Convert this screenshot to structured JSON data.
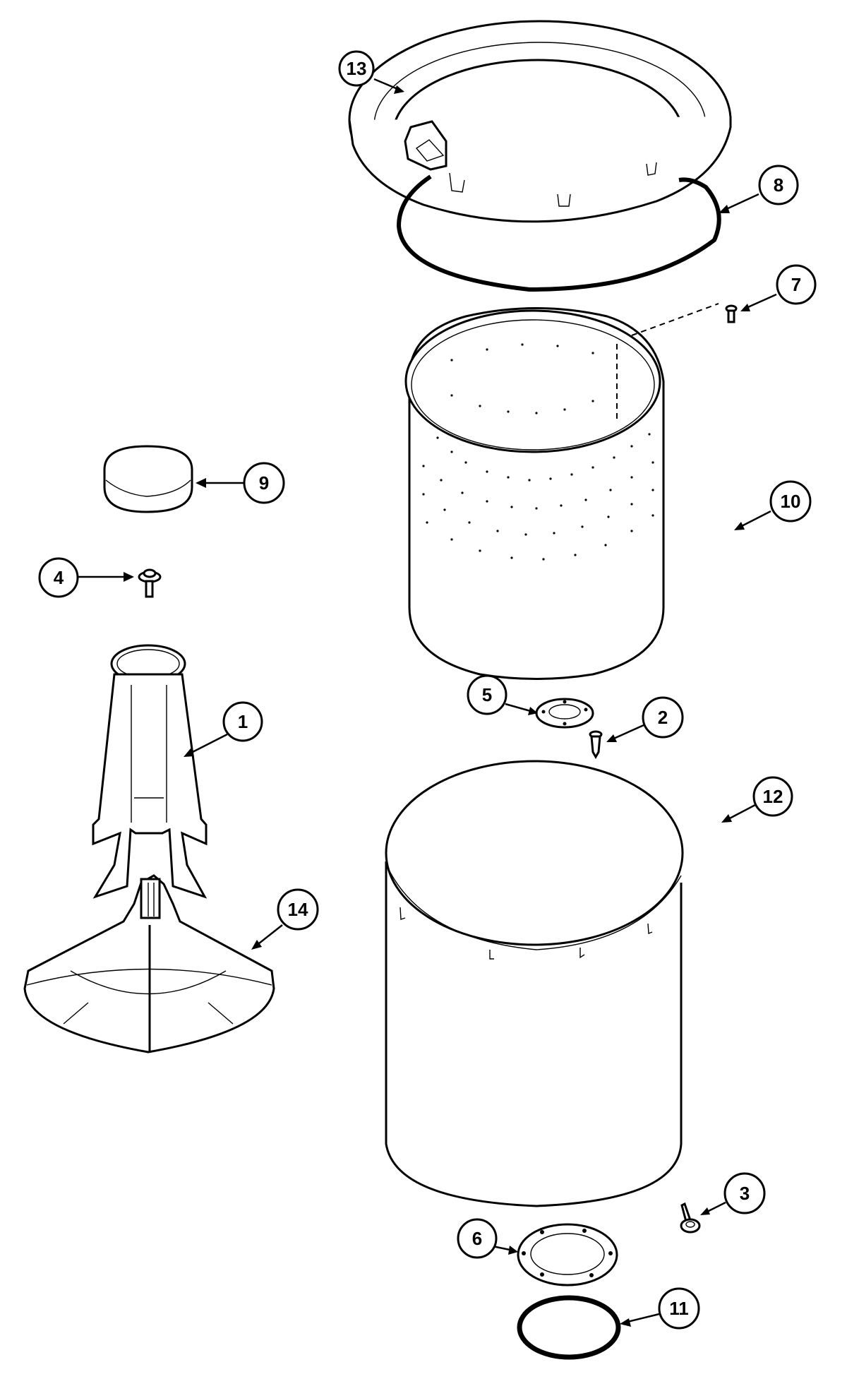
{
  "diagram": {
    "title": "Washer tub assembly exploded parts view",
    "colors": {
      "line": "#000000",
      "background": "#ffffff"
    },
    "callouts": [
      {
        "id": "c1",
        "label": "1",
        "part": "agitator-column"
      },
      {
        "id": "c2",
        "label": "2",
        "part": "screw"
      },
      {
        "id": "c3",
        "label": "3",
        "part": "bolt"
      },
      {
        "id": "c4",
        "label": "4",
        "part": "bolt"
      },
      {
        "id": "c5",
        "label": "5",
        "part": "flange-washer"
      },
      {
        "id": "c6",
        "label": "6",
        "part": "gasket-flange"
      },
      {
        "id": "c7",
        "label": "7",
        "part": "screw"
      },
      {
        "id": "c8",
        "label": "8",
        "part": "o-ring-seal"
      },
      {
        "id": "c9",
        "label": "9",
        "part": "cap"
      },
      {
        "id": "c10",
        "label": "10",
        "part": "spin-basket"
      },
      {
        "id": "c11",
        "label": "11",
        "part": "drive-belt-ring"
      },
      {
        "id": "c12",
        "label": "12",
        "part": "outer-tub"
      },
      {
        "id": "c13",
        "label": "13",
        "part": "tub-ring"
      },
      {
        "id": "c14",
        "label": "14",
        "part": "agitator-base"
      }
    ]
  }
}
